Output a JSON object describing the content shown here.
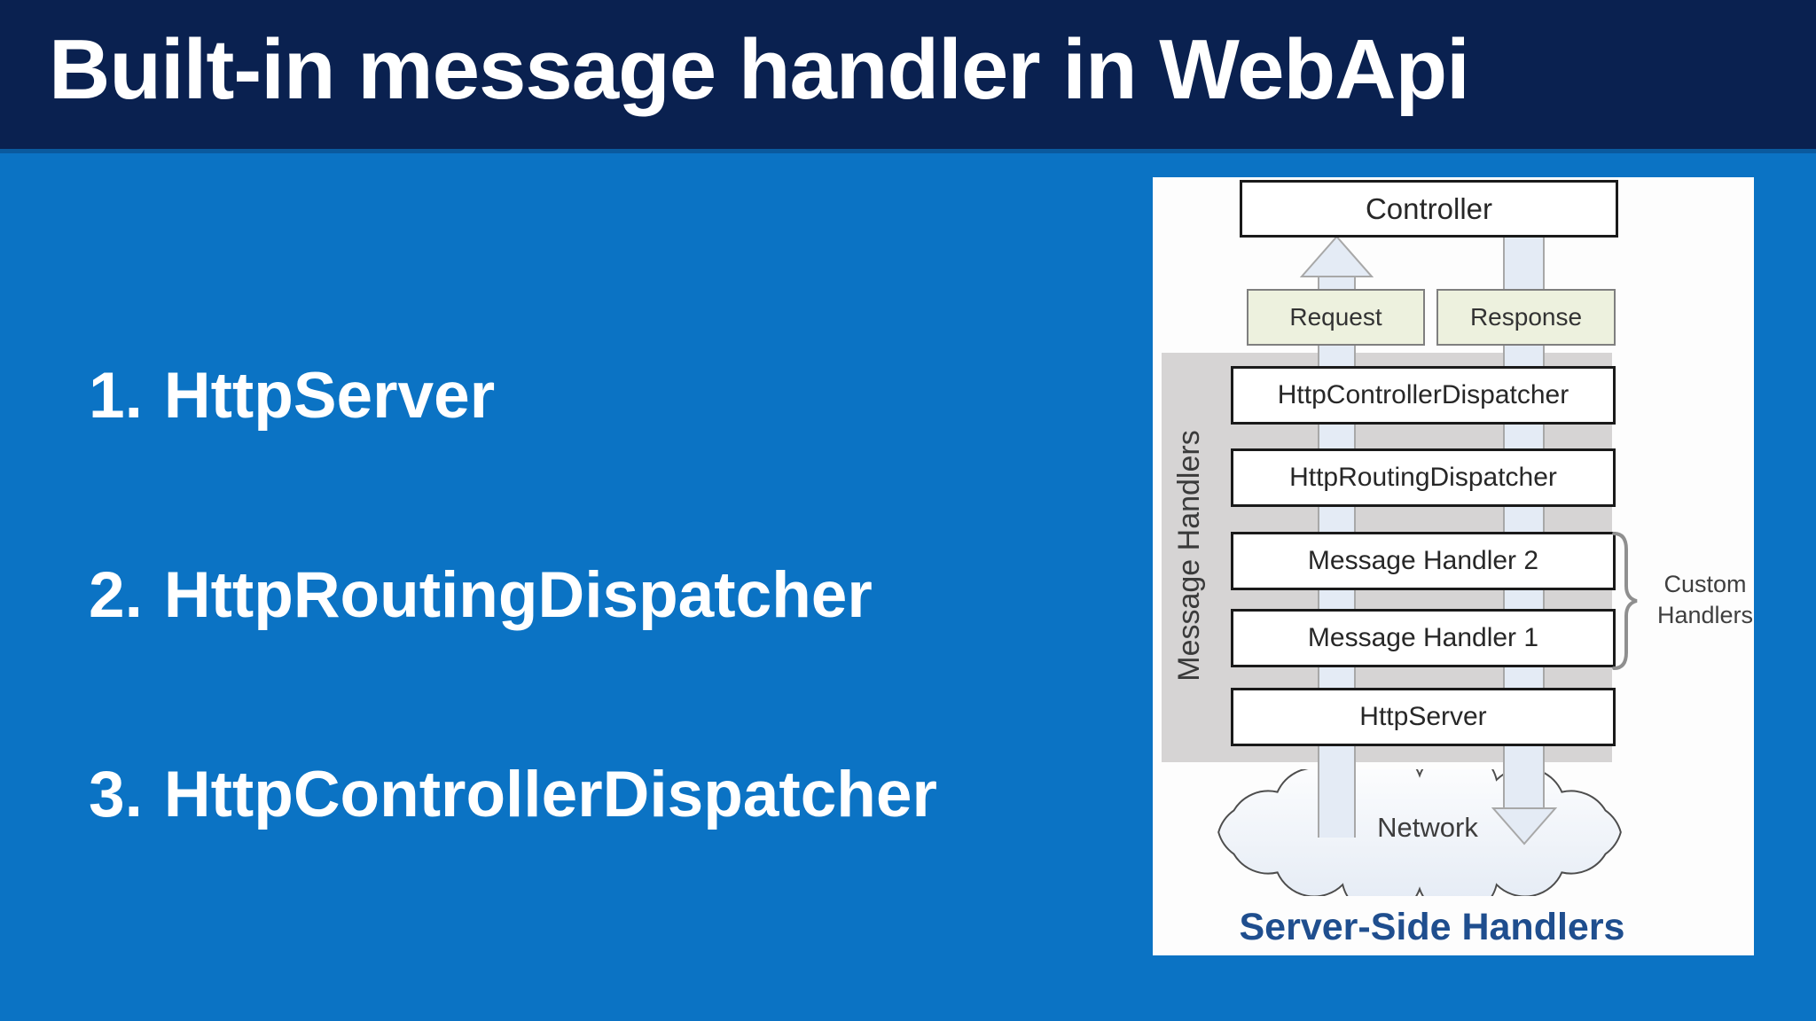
{
  "slide": {
    "title": "Built-in message handler in WebApi",
    "list": [
      {
        "number": "1.",
        "label": "HttpServer"
      },
      {
        "number": "2.",
        "label": "HttpRoutingDispatcher"
      },
      {
        "number": "3.",
        "label": "HttpControllerDispatcher"
      }
    ]
  },
  "diagram": {
    "controller": "Controller",
    "request": "Request",
    "response": "Response",
    "group_label": "Message Handlers",
    "handlers": [
      "HttpControllerDispatcher",
      "HttpRoutingDispatcher",
      "Message Handler 2",
      "Message Handler 1",
      "HttpServer"
    ],
    "custom_handlers": [
      "Custom",
      "Handlers"
    ],
    "network": "Network",
    "caption": "Server-Side Handlers"
  },
  "colors": {
    "header_bg": "#0a2150",
    "body_bg": "#0b73c4",
    "caption_text": "#1f4e8e",
    "label_box_bg": "#edf1de",
    "arrow_fill": "#e4ebf5",
    "group_bg": "#d6d4d4",
    "box_border": "#1a1a1a"
  }
}
